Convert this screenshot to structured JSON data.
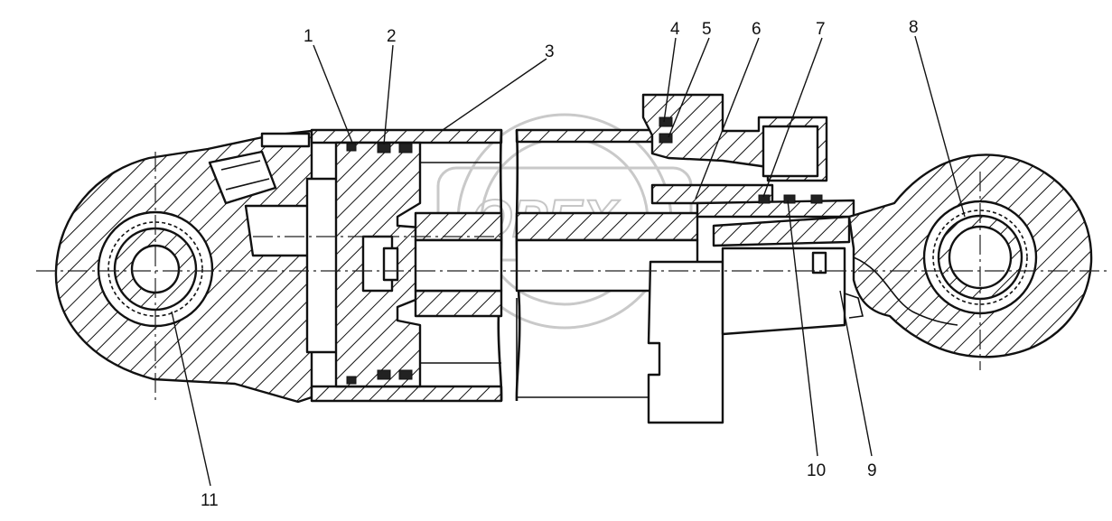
{
  "diagram": {
    "watermark_text": "OPEX",
    "callouts": [
      {
        "id": "1",
        "label": "1"
      },
      {
        "id": "2",
        "label": "2"
      },
      {
        "id": "3",
        "label": "3"
      },
      {
        "id": "4",
        "label": "4"
      },
      {
        "id": "5",
        "label": "5"
      },
      {
        "id": "6",
        "label": "6"
      },
      {
        "id": "7",
        "label": "7"
      },
      {
        "id": "8",
        "label": "8"
      },
      {
        "id": "9",
        "label": "9"
      },
      {
        "id": "10",
        "label": "10"
      },
      {
        "id": "11",
        "label": "11"
      }
    ]
  }
}
